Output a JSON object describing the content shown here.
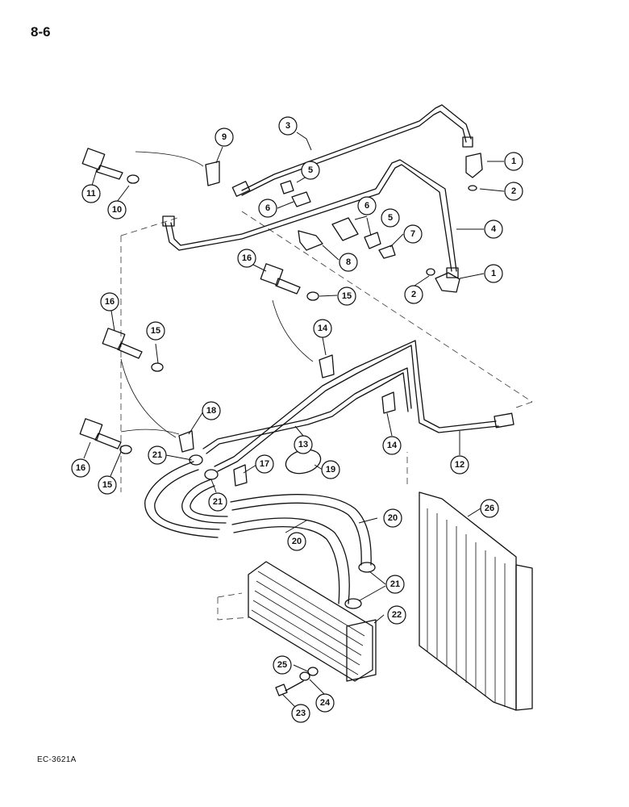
{
  "page": {
    "number": "8-6",
    "code": "EC-3621A"
  },
  "callouts": [
    {
      "id": "1a",
      "label": "1"
    },
    {
      "id": "2a",
      "label": "2"
    },
    {
      "id": "3",
      "label": "3"
    },
    {
      "id": "4",
      "label": "4"
    },
    {
      "id": "5a",
      "label": "5"
    },
    {
      "id": "5b",
      "label": "5"
    },
    {
      "id": "6a",
      "label": "6"
    },
    {
      "id": "6b",
      "label": "6"
    },
    {
      "id": "7",
      "label": "7"
    },
    {
      "id": "8",
      "label": "8"
    },
    {
      "id": "9",
      "label": "9"
    },
    {
      "id": "10",
      "label": "10"
    },
    {
      "id": "11",
      "label": "11"
    },
    {
      "id": "1b",
      "label": "1"
    },
    {
      "id": "2b",
      "label": "2"
    },
    {
      "id": "16a",
      "label": "16"
    },
    {
      "id": "15a",
      "label": "15"
    },
    {
      "id": "16b",
      "label": "16"
    },
    {
      "id": "15b",
      "label": "15"
    },
    {
      "id": "14a",
      "label": "14"
    },
    {
      "id": "18",
      "label": "18"
    },
    {
      "id": "13",
      "label": "13"
    },
    {
      "id": "14b",
      "label": "14"
    },
    {
      "id": "12",
      "label": "12"
    },
    {
      "id": "16c",
      "label": "16"
    },
    {
      "id": "15c",
      "label": "15"
    },
    {
      "id": "21a",
      "label": "21"
    },
    {
      "id": "17",
      "label": "17"
    },
    {
      "id": "19",
      "label": "19"
    },
    {
      "id": "21b",
      "label": "21"
    },
    {
      "id": "26",
      "label": "26"
    },
    {
      "id": "20a",
      "label": "20"
    },
    {
      "id": "20b",
      "label": "20"
    },
    {
      "id": "21c",
      "label": "21"
    },
    {
      "id": "22",
      "label": "22"
    },
    {
      "id": "25",
      "label": "25"
    },
    {
      "id": "24",
      "label": "24"
    },
    {
      "id": "23",
      "label": "23"
    }
  ]
}
